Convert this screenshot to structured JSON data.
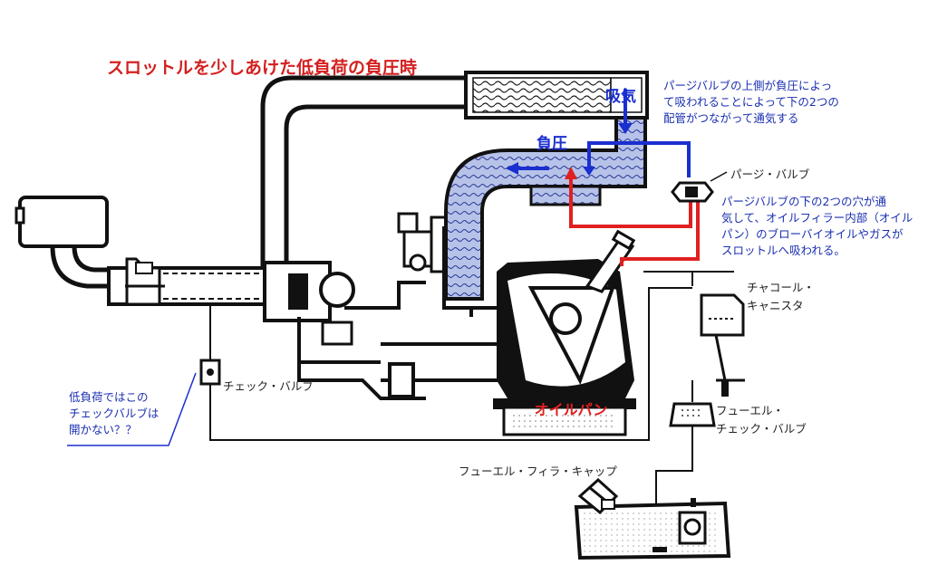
{
  "title": "スロットルを少しあけた低負荷の負圧時",
  "labels": {
    "intake": "吸気",
    "vacuum": "負圧",
    "oil_pan": "オイルパン",
    "purge_valve": "パージ・バルブ",
    "charcoal_canister": "チャコール・キャニスタ",
    "check_valve": "チェック・バルブ",
    "fuel_check_valve": "フューエル・チェック・バルブ",
    "fuel_filler_cap": "フューエル・フィラ・キャップ"
  },
  "label_lines": {
    "charcoal_canister": [
      "チャコール・",
      "キャニスタ"
    ],
    "fuel_check_valve": [
      "フューエル・",
      "チェック・バルブ"
    ]
  },
  "notes": {
    "purge_upper": [
      "パージバルブの上側が負圧によっ",
      "て吸われることによって下の2つの",
      "配管がつながって通気する"
    ],
    "purge_lower": [
      "パージバルブの下の2つの穴が通",
      "気して、オイルフィラー内部（オイル",
      "パン）のブローバイオイルやガスが",
      "スロットルへ吸われる。"
    ],
    "check_valve_question": [
      "低負荷ではこの",
      "チェックバルブは",
      "開かない？？"
    ]
  },
  "colors": {
    "title": "#d42020",
    "annotation_blue": "#1a2fd0",
    "vacuum_line": "#1a2fd0",
    "blowby_line": "#e02020",
    "oil_pan_label": "#e02020",
    "ink": "#111111"
  }
}
